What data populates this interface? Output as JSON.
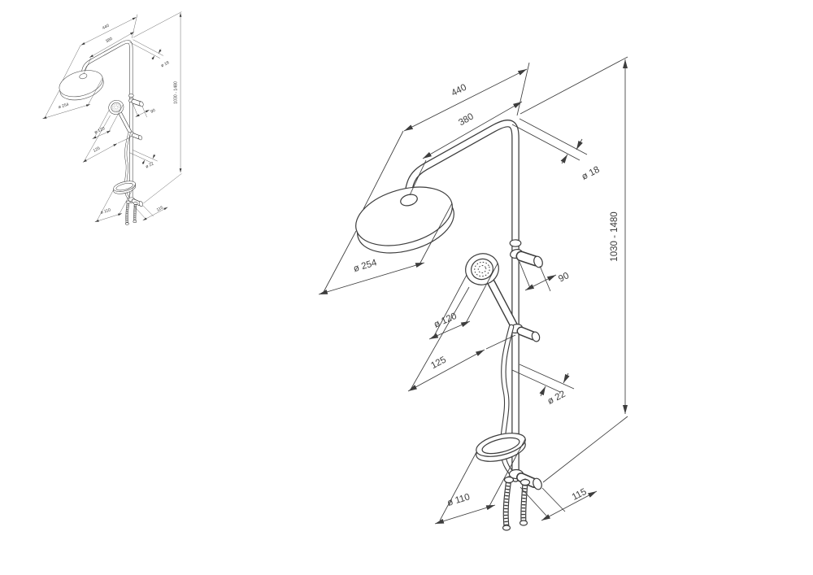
{
  "drawing": {
    "background": "#ffffff",
    "line_color": "#3d3d3d",
    "dimensions": {
      "reach_overall": "440",
      "arm_reach": "380",
      "top_pipe_diameter": "ø 18",
      "height_range": "1030 - 1480",
      "rain_head_diameter": "ø 254",
      "holder_offset": "90",
      "hand_shower_diameter": "ø 120",
      "hand_shower_offset": "125",
      "riser_pipe_diameter": "ø 22",
      "soap_dish_diameter": "ø 110",
      "bottom_outlet_offset": "115"
    }
  }
}
